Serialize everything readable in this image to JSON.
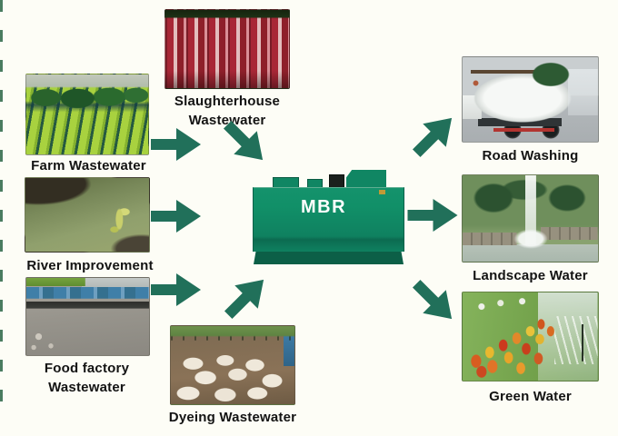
{
  "page": {
    "background": "#fdfdf6"
  },
  "colors": {
    "page_background": "#fdfdf6",
    "arrow": "#21705a",
    "tank_face": "#108663",
    "tank_dark": "#0c5f47",
    "label_text": "#131313",
    "mbr_text": "#ffffff"
  },
  "center": {
    "label": "MBR"
  },
  "nodes": {
    "farm": {
      "label": "Farm Wastewater"
    },
    "slaughterhouse": {
      "line1": "Slaughterhouse",
      "line2": "Wastewater"
    },
    "river": {
      "label": "River Improvement"
    },
    "food": {
      "line1": "Food factory",
      "line2": "Wastewater"
    },
    "dyeing": {
      "label": "Dyeing Wastewater"
    },
    "road": {
      "label": "Road Washing"
    },
    "landscape": {
      "label": "Landscape Water"
    },
    "green": {
      "label": "Green Water"
    }
  },
  "arrows": [
    {
      "from": "farm",
      "to": "mbr",
      "direction": "right"
    },
    {
      "from": "slaughterhouse",
      "to": "mbr",
      "direction": "down-right"
    },
    {
      "from": "river",
      "to": "mbr",
      "direction": "right"
    },
    {
      "from": "food",
      "to": "mbr",
      "direction": "right"
    },
    {
      "from": "dyeing",
      "to": "mbr",
      "direction": "up-right"
    },
    {
      "from": "mbr",
      "to": "road",
      "direction": "up-right"
    },
    {
      "from": "mbr",
      "to": "landscape",
      "direction": "right"
    },
    {
      "from": "mbr",
      "to": "green",
      "direction": "down-right"
    }
  ]
}
